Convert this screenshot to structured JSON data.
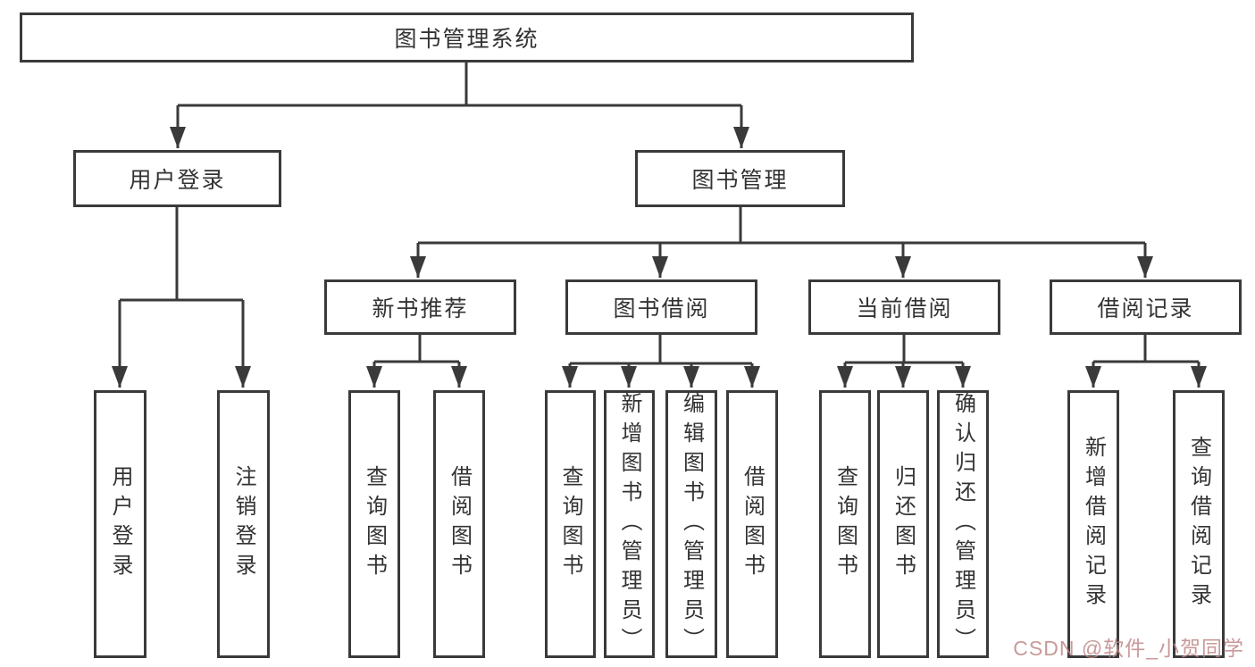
{
  "tree": {
    "root": {
      "label": "图书管理系统"
    },
    "branches": [
      {
        "label": "用户登录",
        "children": [
          {
            "label": "用户登录"
          },
          {
            "label": "注销登录"
          }
        ]
      },
      {
        "label": "图书管理",
        "children": [
          {
            "label": "新书推荐",
            "children": [
              {
                "label": "查询图书"
              },
              {
                "label": "借阅图书"
              }
            ]
          },
          {
            "label": "图书借阅",
            "children": [
              {
                "label": "查询图书"
              },
              {
                "label": "新增图书（管理员）"
              },
              {
                "label": "编辑图书（管理员）"
              },
              {
                "label": "借阅图书"
              }
            ]
          },
          {
            "label": "当前借阅",
            "children": [
              {
                "label": "查询图书"
              },
              {
                "label": "归还图书"
              },
              {
                "label": "确认归还（管理员）"
              }
            ]
          },
          {
            "label": "借阅记录",
            "children": [
              {
                "label": "新增借阅记录"
              },
              {
                "label": "查询借阅记录"
              }
            ]
          }
        ]
      }
    ]
  },
  "watermark": {
    "text": "CSDN @软件_小贺同学"
  },
  "colors": {
    "line": "#3a3a3a",
    "text": "#333333",
    "background": "#ffffff",
    "watermark": "#be8787"
  }
}
